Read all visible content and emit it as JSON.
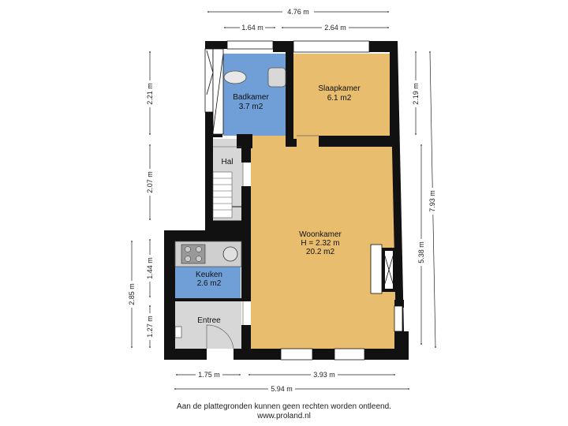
{
  "colors": {
    "living": "#e8bd6e",
    "bath": "#6f9fd6",
    "kitchen": "#6f9fd6",
    "entry": "#d7d7d7",
    "hall": "#d7d7d7",
    "wall": "#111111"
  },
  "rooms": {
    "badkamer": {
      "name": "Badkamer",
      "area": "3.7 m2"
    },
    "slaapkamer": {
      "name": "Slaapkamer",
      "area": "6.1 m2"
    },
    "hal": {
      "name": "Hal"
    },
    "woonkamer": {
      "name": "Woonkamer",
      "height": "H = 2.32 m",
      "area": "20.2 m2"
    },
    "keuken": {
      "name": "Keuken",
      "area": "2.6 m2"
    },
    "entree": {
      "name": "Entree"
    }
  },
  "dimensions": {
    "top_total": "4.76 m",
    "top_left": "1.64 m",
    "top_right": "2.64 m",
    "left_upper_1": "2.21 m",
    "left_upper_2": "2.07 m",
    "left_lower_1": "1.44 m",
    "left_lower_2": "1.27 m",
    "left_lower_total": "2.85 m",
    "right_1": "2.19 m",
    "right_2": "5.38 m",
    "right_total": "7.93 m",
    "bottom_left": "1.75 m",
    "bottom_right": "3.93 m",
    "bottom_total": "5.94 m"
  },
  "footer": {
    "disclaimer": "Aan de plattegronden kunnen geen rechten worden ontleend.",
    "website": "www.proland.nl"
  }
}
